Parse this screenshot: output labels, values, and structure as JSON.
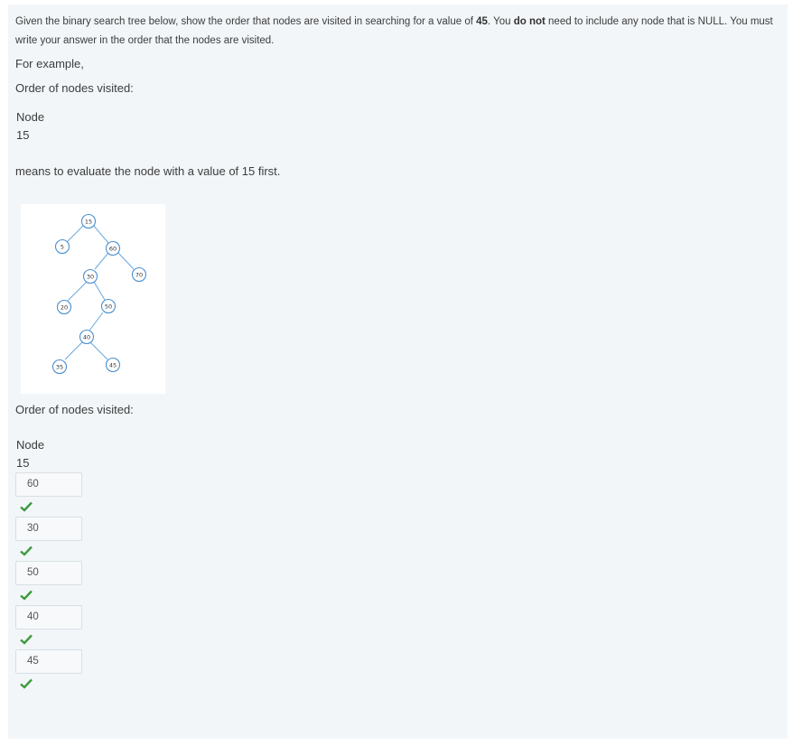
{
  "question": {
    "intro_1": "Given the binary search tree below, show the order that nodes are visited in searching for a value of ",
    "search_value": "45",
    "intro_2": ". You ",
    "emphasis": "do not",
    "intro_3": " need to include any node that is NULL. You must write your answer in the order that the nodes are visited."
  },
  "example": {
    "label": "For example,",
    "order_label": "Order of nodes visited:",
    "node_header": "Node",
    "node_value": "15",
    "explanation": "means to evaluate the node with a value of 15 first."
  },
  "tree": {
    "nodes": [
      "15",
      "5",
      "60",
      "30",
      "70",
      "20",
      "50",
      "40",
      "35",
      "45"
    ],
    "colors": {
      "node_border": "#4a90d0",
      "edge": "#6aa6dc"
    }
  },
  "answer": {
    "order_label": "Order of nodes visited:",
    "node_header": "Node",
    "first_node": "15",
    "inputs": [
      "60",
      "30",
      "50",
      "40",
      "45"
    ],
    "status_icon": "checkmark-icon",
    "status_color": "#3c9a3c"
  }
}
